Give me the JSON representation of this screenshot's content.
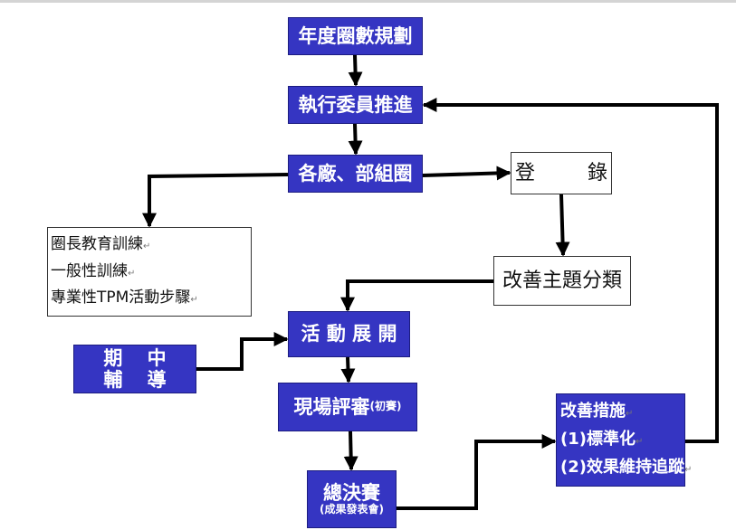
{
  "nodes": {
    "annual_plan": "年度圈數規劃",
    "exec_committee": "執行委員推進",
    "factory_circles": "各廠、部組圈",
    "register": [
      "登",
      "錄"
    ],
    "training": [
      "圈長教育訓練",
      "一般性訓練",
      "專業性TPM活動步驟"
    ],
    "theme_category": "改善主題分類",
    "activity_launch": "活 動 展 開",
    "midterm_coaching": "期 中 輔 導",
    "onsite_review": {
      "main": "現場評審",
      "sub": "(初賽)"
    },
    "final_contest": {
      "main": "總決賽",
      "sub": "(成果發表會)"
    },
    "improvement_measures": [
      "改善措施",
      "(1)標準化",
      "(2)效果維持追蹤"
    ]
  },
  "paragraph_mark": "↵",
  "colors": {
    "node_fill": "#3535c2",
    "node_text": "#ffffff",
    "arrow": "#000000",
    "outline": "#333333"
  }
}
